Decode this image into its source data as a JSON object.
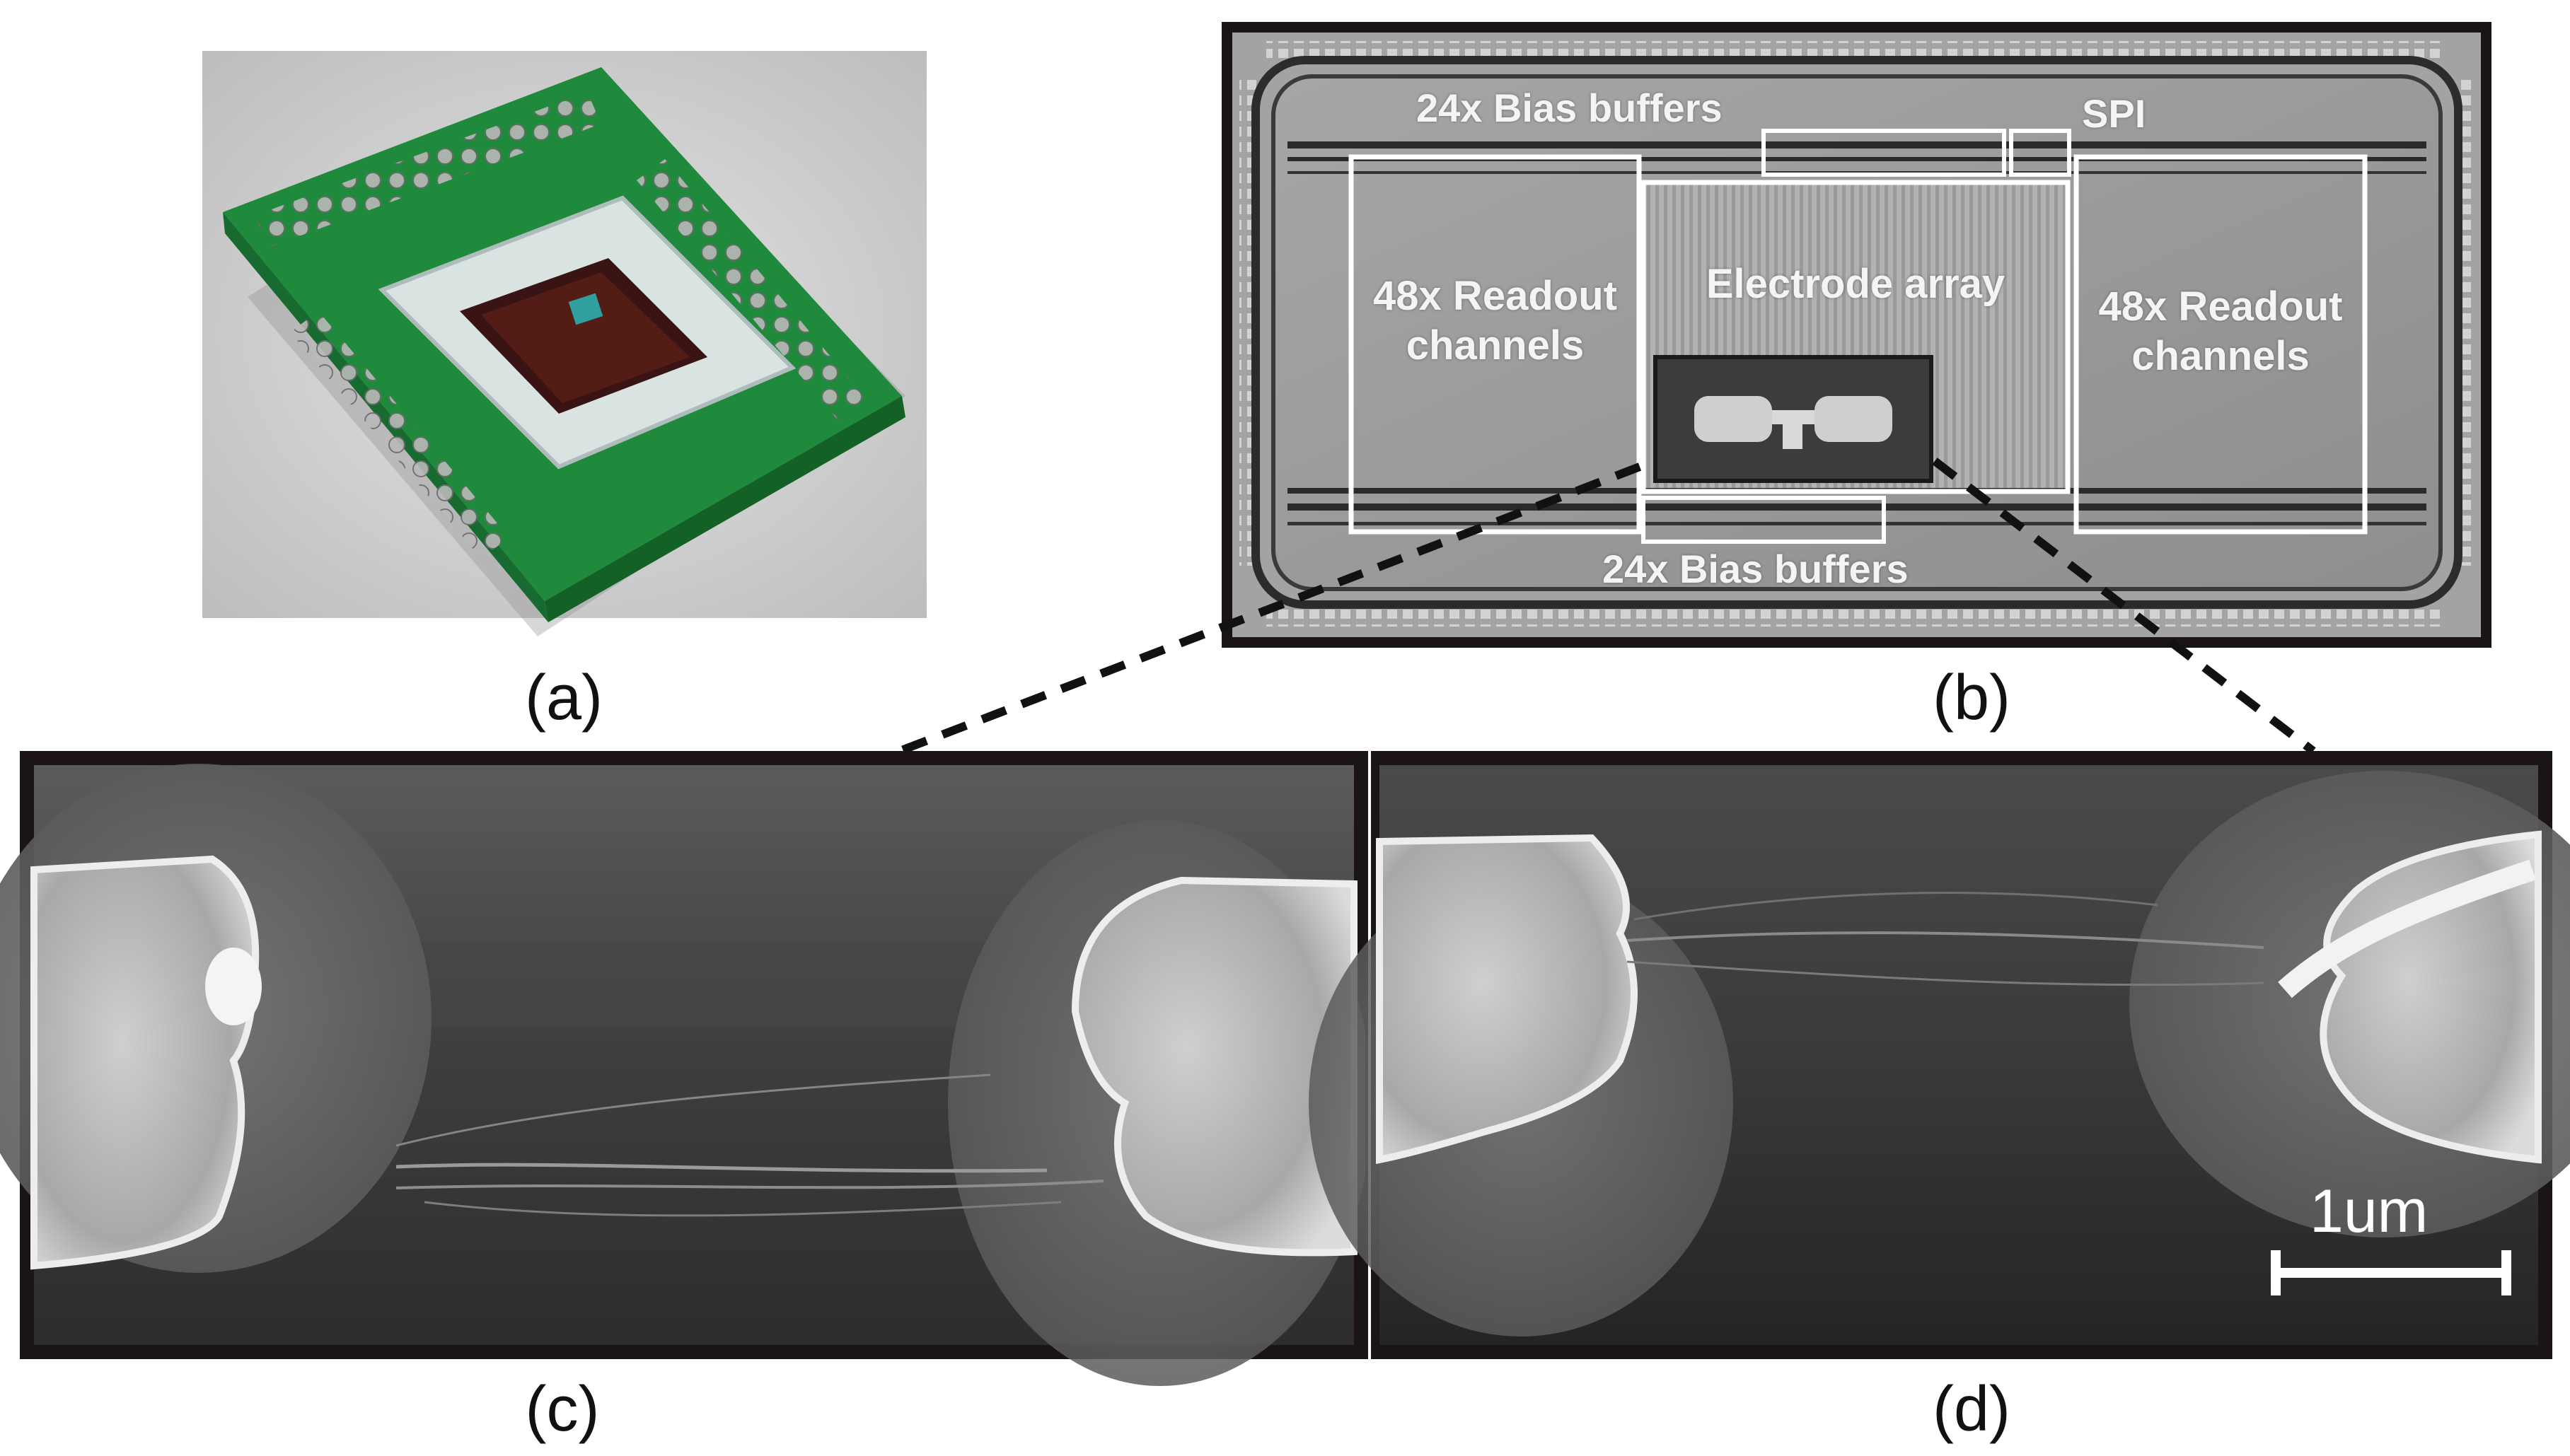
{
  "figure": {
    "panels": [
      {
        "id": "a",
        "caption": "(a)"
      },
      {
        "id": "b",
        "caption": "(b)"
      },
      {
        "id": "c",
        "caption": "(c)"
      },
      {
        "id": "d",
        "caption": "(d)"
      }
    ],
    "chip_labels": {
      "bias_top": "24x Bias buffers",
      "spi": "SPI",
      "readout_left_line1": "48x Readout",
      "readout_left_line2": "channels",
      "electrode_array": "Electrode array",
      "readout_right_line1": "48x Readout",
      "readout_right_line2": "channels",
      "bias_bottom": "24x Bias buffers"
    },
    "scale_bar": {
      "label": "1um"
    },
    "colors": {
      "pcb_green": "#1f8a3c",
      "frame_dark": "#1a1414",
      "sem_gray": "#6a6a6a",
      "annotation_white": "#ffffff"
    }
  }
}
